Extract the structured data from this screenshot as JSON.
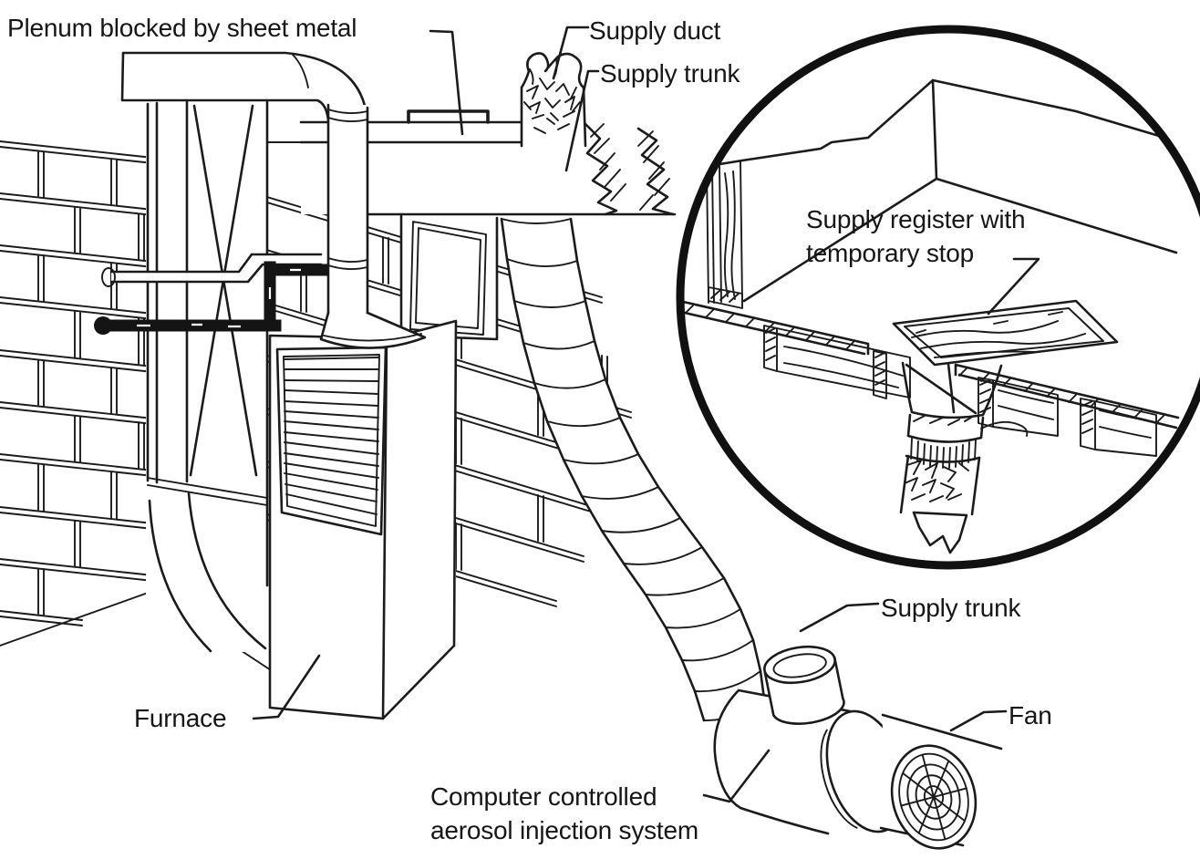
{
  "figure": {
    "kind": "technical line illustration",
    "subject": "Furnace supply duct system with computer controlled aerosol injection equipment and sealed register detail",
    "colors": {
      "ink": "#1b1b1b",
      "paper": "#ffffff"
    }
  },
  "labels": {
    "plenum": "Plenum blocked by sheet metal",
    "supply_duct": "Supply duct",
    "supply_trunk_upper": "Supply trunk",
    "supply_register": "Supply register with\ntemporary stop",
    "supply_trunk_lower": "Supply trunk",
    "fan": "Fan",
    "furnace": "Furnace",
    "injector": "Computer controlled\naerosol injection system"
  }
}
